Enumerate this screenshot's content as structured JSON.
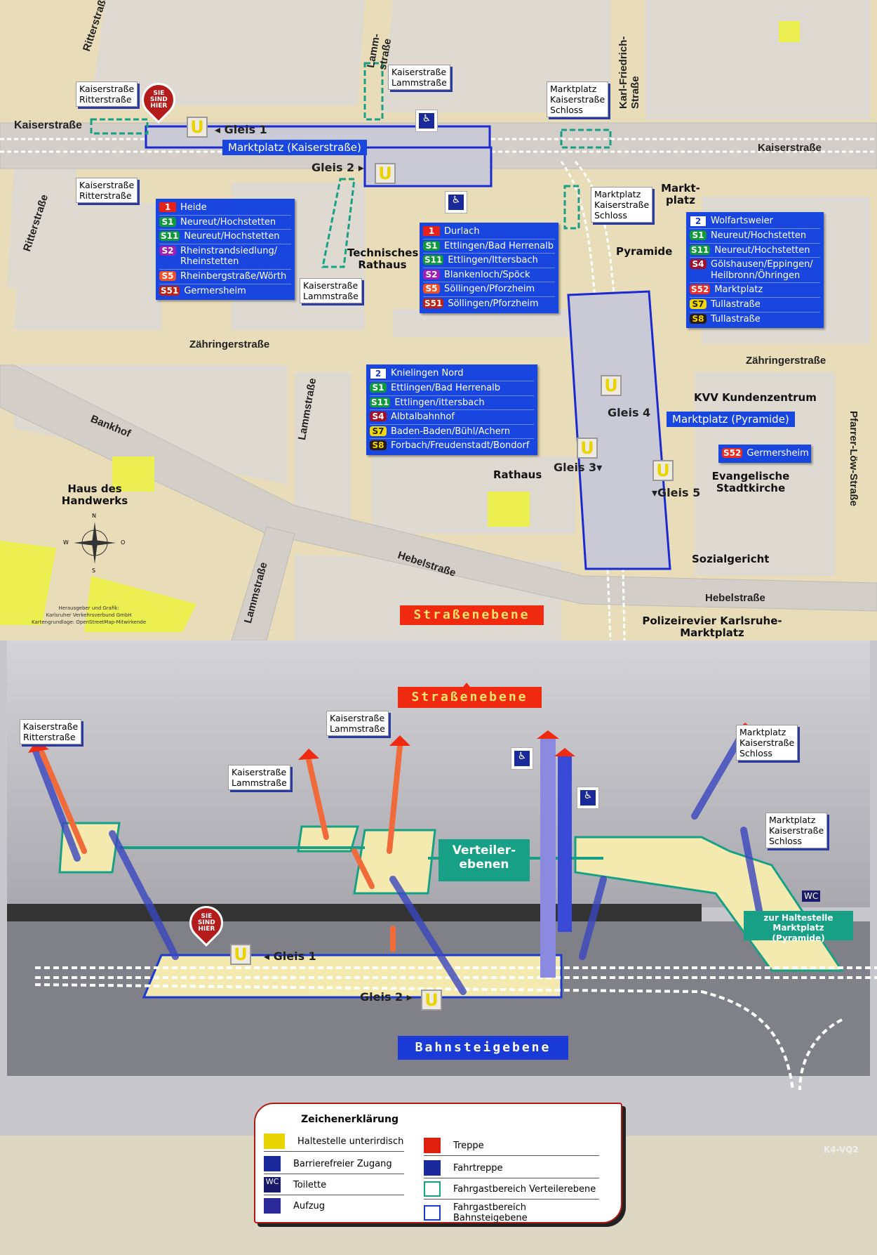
{
  "colors": {
    "line_1": "#e8201a",
    "line_2": "#1a3ad0",
    "S1": "#109a3a",
    "S11": "#109a3a",
    "S2": "#a020b0",
    "S4": "#a01028",
    "S5": "#f05028",
    "S51": "#c02010",
    "S52": "#f02a20",
    "S7": "#f2d800",
    "S8": "#2a1a08",
    "panel_blue": "#1a46e0",
    "teal": "#17a086",
    "street_level": "#f02a10"
  },
  "street_level": {
    "streets": [
      "Kaiserstraße",
      "Kaiserstraße",
      "Ritterstraße",
      "Ritterstraße",
      "Lamm-straße",
      "Karl-Friedrich-Straße",
      "Zähringerstraße",
      "Zähringerstraße",
      "Lammstraße",
      "Lammstraße",
      "Bankhof",
      "Hebelstraße",
      "Hebelstraße",
      "Pfarrer-Löw-Straße"
    ],
    "pois": [
      "Technisches Rathaus",
      "Markt-platz",
      "Pyramide",
      "Rathaus",
      "KVV Kundenzentrum",
      "Evangelische Stadtkirche",
      "Sozialgericht",
      "Polizeirevier Karlsruhe-Marktplatz",
      "Haus des Handwerks"
    ],
    "exits": [
      {
        "line1": "Kaiserstraße",
        "line2": "Ritterstraße"
      },
      {
        "line1": "Kaiserstraße",
        "line2": "Ritterstraße"
      },
      {
        "line1": "Kaiserstraße",
        "line2": "Lammstraße"
      },
      {
        "line1": "Kaiserstraße",
        "line2": "Lammstraße"
      },
      {
        "line1": "Marktplatz",
        "line2": "Kaiserstraße",
        "line3": "Schloss"
      },
      {
        "line1": "Marktplatz",
        "line2": "Kaiserstraße",
        "line3": "Schloss"
      }
    ],
    "you_are_here": "SIE SIND HIER",
    "stations": {
      "kaiserstrasse": "Marktplatz (Kaiserstraße)",
      "pyramide": "Marktplatz (Pyramide)"
    },
    "platforms": [
      "Gleis 1",
      "Gleis 2",
      "Gleis 3",
      "Gleis 4",
      "Gleis 5"
    ],
    "u_symbol": "U",
    "compass": {
      "n": "N",
      "o": "O",
      "s": "S",
      "w": "W"
    },
    "departures": {
      "gleis1": [
        {
          "line": "1",
          "dest": "Heide"
        },
        {
          "line": "S1",
          "dest": "Neureut/Hochstetten"
        },
        {
          "line": "S11",
          "dest": "Neureut/Hochstetten"
        },
        {
          "line": "S2",
          "dest": "Rheinstrandsiedlung/ Rheinstetten"
        },
        {
          "line": "S5",
          "dest": "Rheinbergstraße/Wörth"
        },
        {
          "line": "S51",
          "dest": "Germersheim"
        }
      ],
      "gleis2": [
        {
          "line": "1",
          "dest": "Durlach"
        },
        {
          "line": "S1",
          "dest": "Ettlingen/Bad Herrenalb"
        },
        {
          "line": "S11",
          "dest": "Ettlingen/Ittersbach"
        },
        {
          "line": "S2",
          "dest": "Blankenloch/Spöck"
        },
        {
          "line": "S5",
          "dest": "Söllingen/Pforzheim"
        },
        {
          "line": "S51",
          "dest": "Söllingen/Pforzheim"
        }
      ],
      "gleis4": [
        {
          "line": "2",
          "dest": "Wolfartsweier"
        },
        {
          "line": "S1",
          "dest": "Neureut/Hochstetten"
        },
        {
          "line": "S11",
          "dest": "Neureut/Hochstetten"
        },
        {
          "line": "S4",
          "dest": "Gölshausen/Eppingen/ Heilbronn/Öhringen"
        },
        {
          "line": "S52",
          "dest": "Marktplatz"
        },
        {
          "line": "S7",
          "dest": "Tullastraße"
        },
        {
          "line": "S8",
          "dest": "Tullastraße"
        }
      ],
      "gleis3": [
        {
          "line": "2",
          "dest": "Knielingen Nord"
        },
        {
          "line": "S1",
          "dest": "Ettlingen/Bad Herrenalb"
        },
        {
          "line": "S11",
          "dest": "Ettlingen/ittersbach"
        },
        {
          "line": "S4",
          "dest": "Albtalbahnhof"
        },
        {
          "line": "S7",
          "dest": "Baden-Baden/Bühl/Achern"
        },
        {
          "line": "S8",
          "dest": "Forbach/Freudenstadt/Bondorf"
        }
      ],
      "gleis5": [
        {
          "line": "S52",
          "dest": "Germersheim"
        }
      ]
    },
    "level_label": "Straßenebene",
    "credits": [
      "Herausgeber und Grafik:",
      "Karlsruher Verkehrsverbund GmbH",
      "Kartengrundlage: OpenStreetMap-Mitwirkende"
    ]
  },
  "section": {
    "street_level_label": "Straßenebene",
    "platform_level_label": "Bahnsteigebene",
    "distribution": "Verteiler-ebenen",
    "transfer": "zur Haltestelle Marktplatz (Pyramide)",
    "wc": "WC",
    "gleis1": "Gleis 1",
    "gleis2": "Gleis 2",
    "exits": [
      {
        "line1": "Kaiserstraße",
        "line2": "Ritterstraße"
      },
      {
        "line1": "Kaiserstraße",
        "line2": "Lammstraße"
      },
      {
        "line1": "Kaiserstraße",
        "line2": "Lammstraße"
      },
      {
        "line1": "Marktplatz",
        "line2": "Kaiserstraße",
        "line3": "Schloss"
      },
      {
        "line1": "Marktplatz",
        "line2": "Kaiserstraße",
        "line3": "Schloss"
      }
    ],
    "code": "K4-VQ2"
  },
  "legend": {
    "title": "Zeichenerklärung",
    "items": [
      {
        "icon": "u-stop-icon",
        "label": "Haltestelle unterirdisch"
      },
      {
        "icon": "wheelchair-icon",
        "label": "Barrierefreier Zugang"
      },
      {
        "icon": "wc-icon",
        "label": "Toilette"
      },
      {
        "icon": "elevator-icon",
        "label": "Aufzug"
      },
      {
        "icon": "stairs-icon",
        "label": "Treppe",
        "color": "#e0200f"
      },
      {
        "icon": "escalator-icon",
        "label": "Fahrtreppe",
        "color": "#1a2a9a"
      },
      {
        "icon": "distribution-area-icon",
        "label": "Fahrgastbereich Verteilerebene",
        "color": "#17a086"
      },
      {
        "icon": "platform-area-icon",
        "label": "Fahrgastbereich Bahnsteigebene",
        "color": "#1a3ad0"
      }
    ]
  }
}
